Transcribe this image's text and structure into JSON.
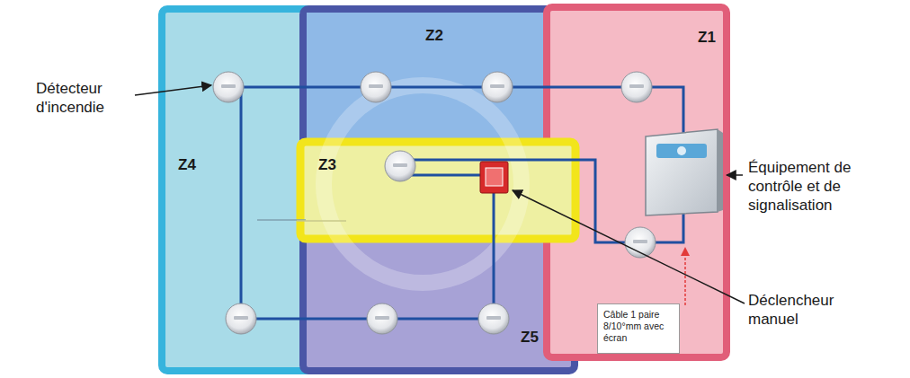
{
  "diagram": {
    "nodes": [
      {
        "text": [
          "Z2"
        ]
      },
      {
        "text": [
          "Z1"
        ]
      },
      {
        "text": [
          "Z4"
        ]
      },
      {
        "text": [
          "Z3"
        ]
      },
      {
        "text": [
          "Z5"
        ]
      },
      {
        "text": [
          "Câble 1 paire 8/10°mm avec écran"
        ],
        "in": 1
      }
    ],
    "labels": [
      "Détecteur d'incendie",
      "Équipement de contrôle et de signalisation",
      "Déclencheur manuel"
    ]
  }
}
